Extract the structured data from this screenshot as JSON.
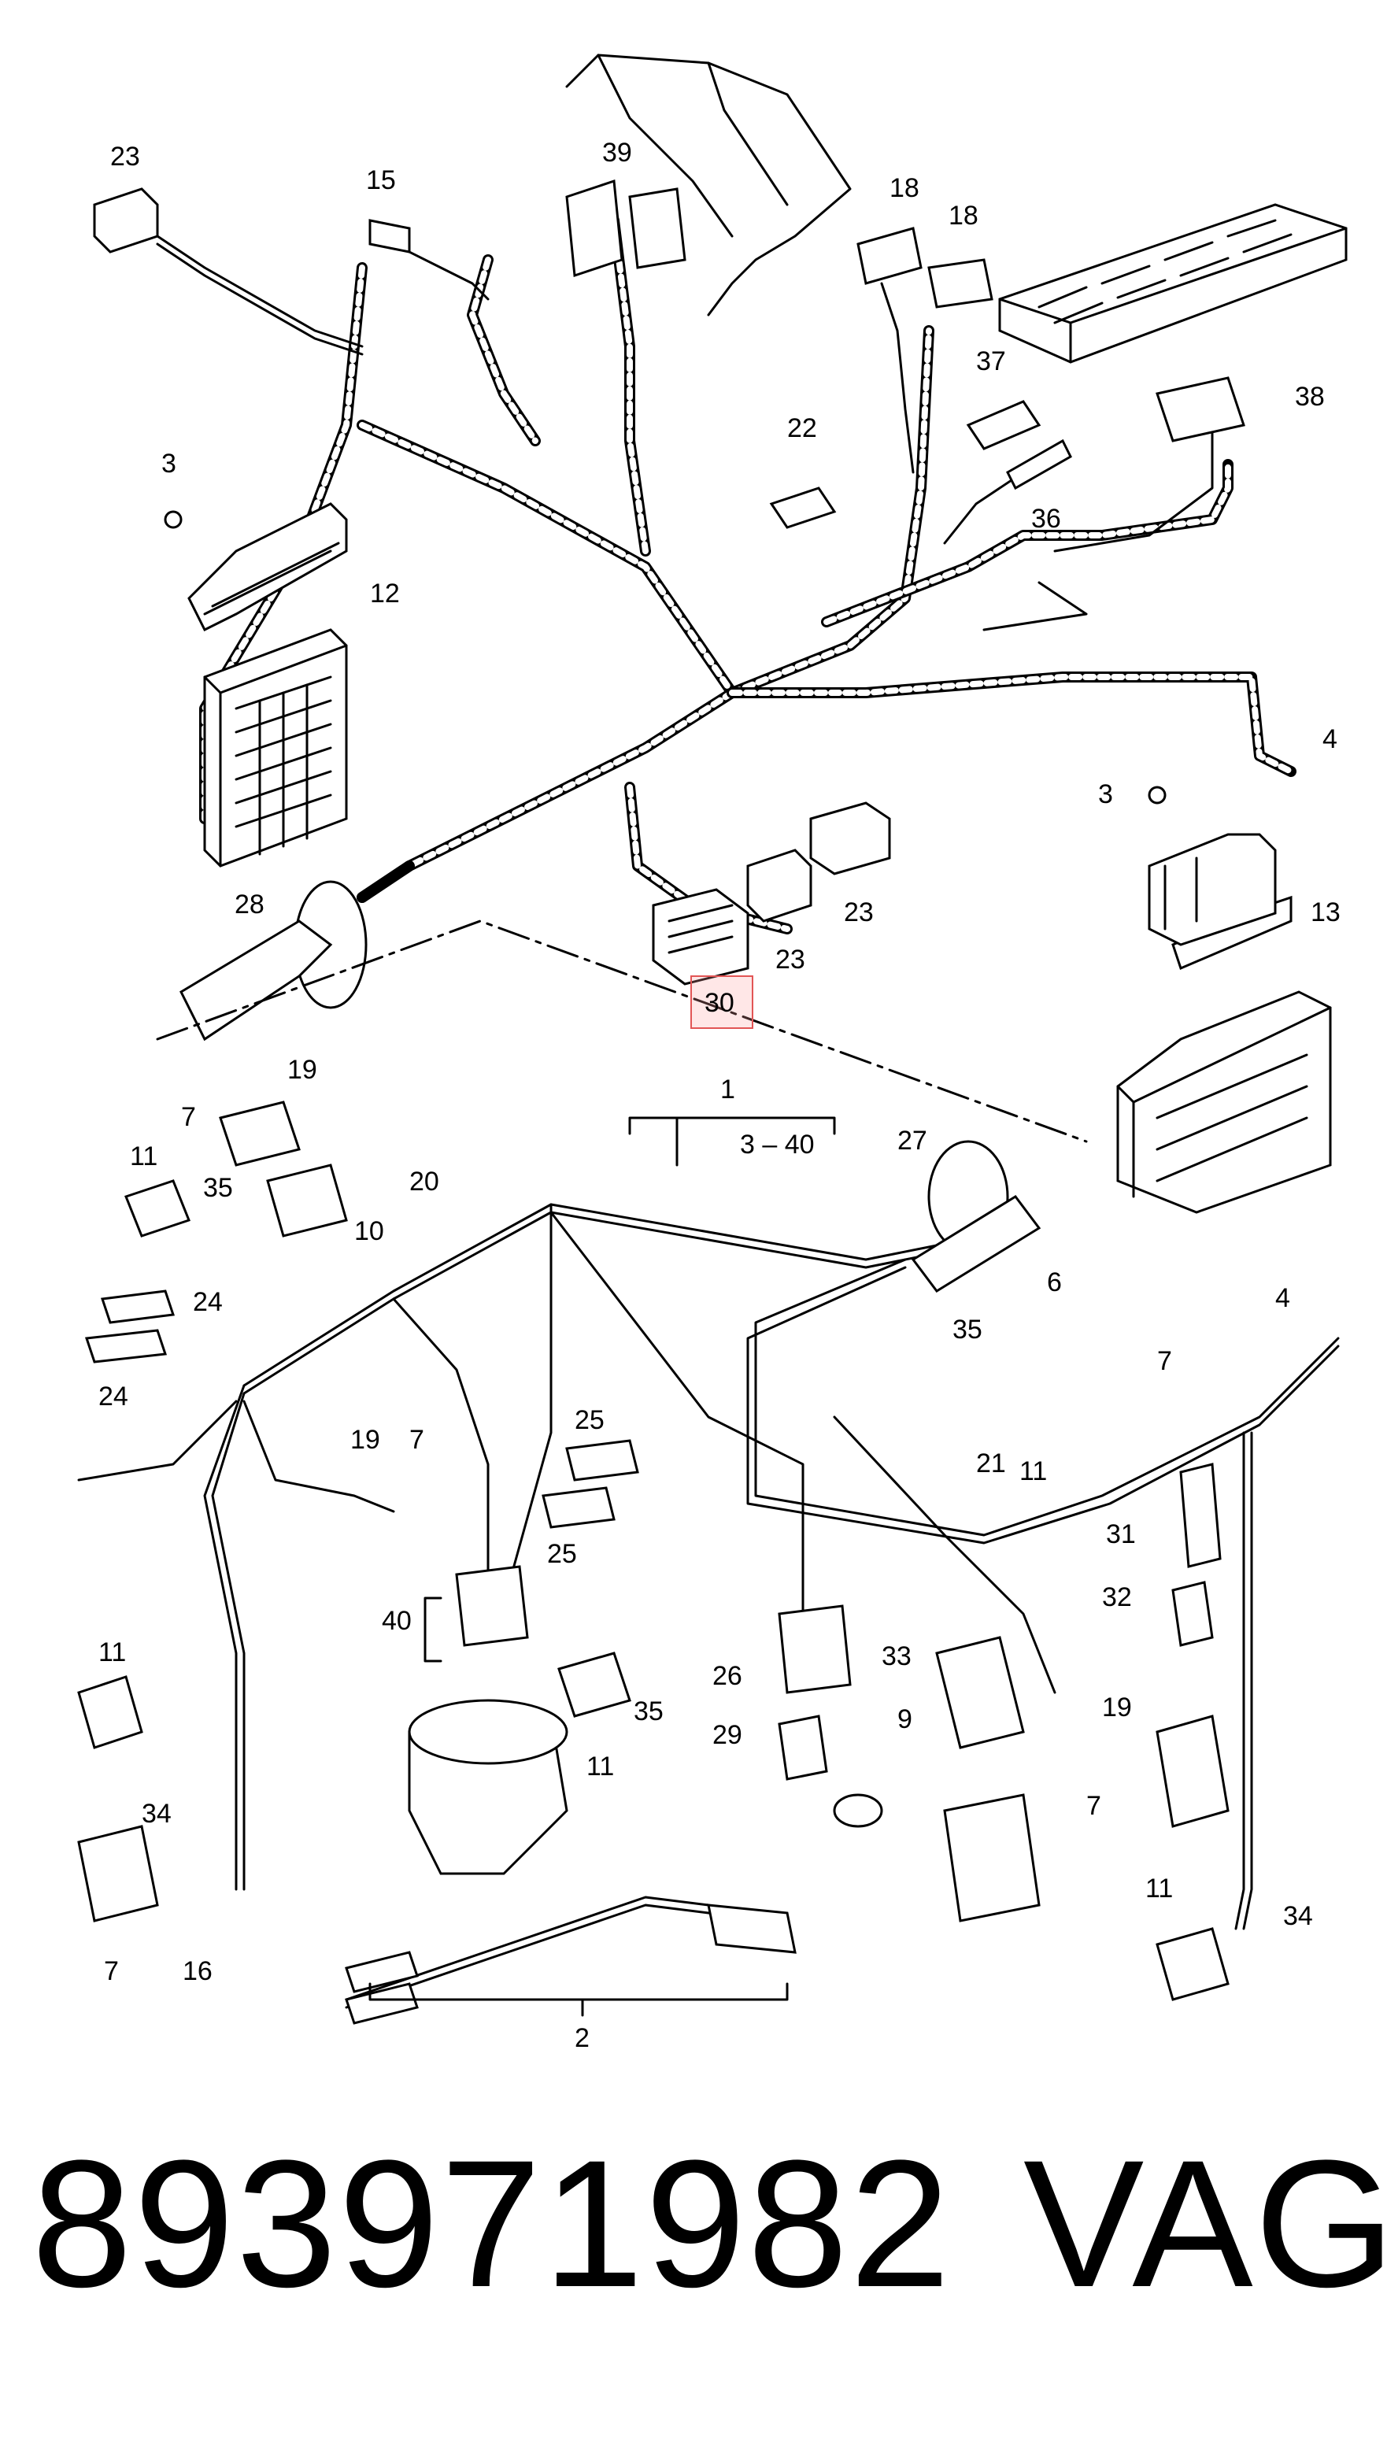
{
  "callouts": {
    "c1": "1",
    "c1range": "3 – 40",
    "c2": "2",
    "c3a": "3",
    "c3b": "3",
    "c4a": "4",
    "c4b": "4",
    "c6": "6",
    "c7a": "7",
    "c7b": "7",
    "c7c": "7",
    "c7d": "7",
    "c7e": "7",
    "c9": "9",
    "c10": "10",
    "c11a": "11",
    "c11b": "11",
    "c11c": "11",
    "c11d": "11",
    "c11e": "11",
    "c12": "12",
    "c13": "13",
    "c15": "15",
    "c16": "16",
    "c18a": "18",
    "c18b": "18",
    "c19a": "19",
    "c19b": "19",
    "c19c": "19",
    "c20": "20",
    "c21": "21",
    "c22": "22",
    "c23a": "23",
    "c23b": "23",
    "c23c": "23",
    "c24a": "24",
    "c24b": "24",
    "c25a": "25",
    "c25b": "25",
    "c26": "26",
    "c27": "27",
    "c28": "28",
    "c29": "29",
    "c30": "30",
    "c31": "31",
    "c32": "32",
    "c33": "33",
    "c34a": "34",
    "c34b": "34",
    "c35a": "35",
    "c35b": "35",
    "c35c": "35",
    "c36": "36",
    "c37": "37",
    "c38": "38",
    "c39": "39",
    "c40": "40"
  },
  "highlight_callout": "30",
  "footer": {
    "part_number": "893971982",
    "brand": "VAG"
  }
}
